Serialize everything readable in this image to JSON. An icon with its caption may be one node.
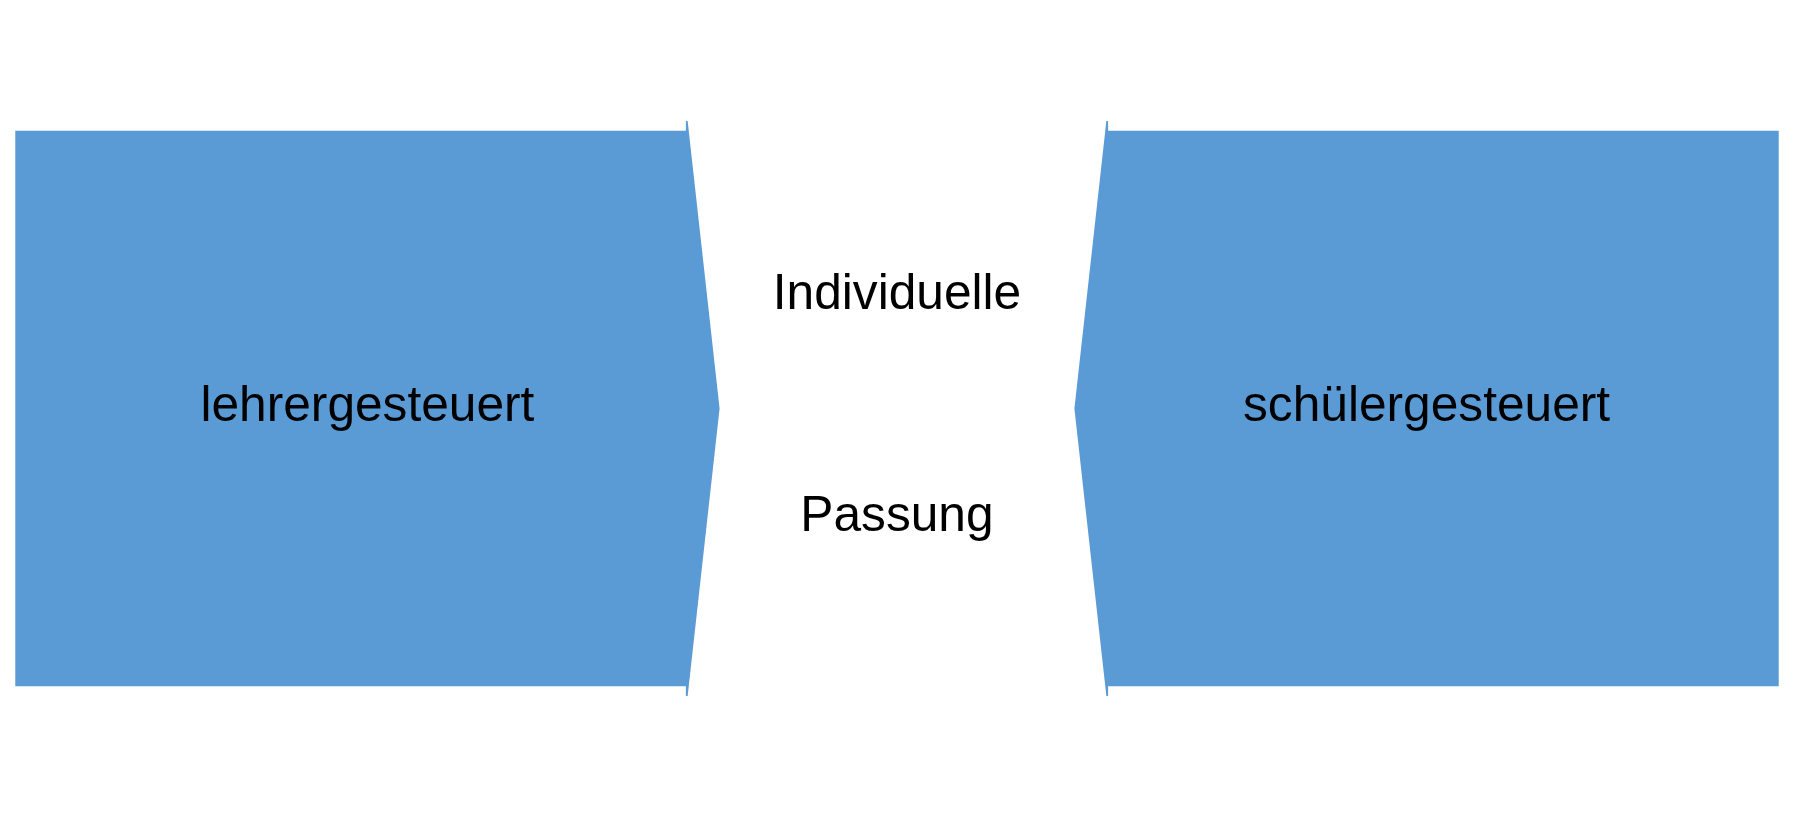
{
  "diagram": {
    "nodes": [
      {
        "text": [
          "lehrergesteuert"
        ]
      },
      {
        "text": [
          "schülergesteuert"
        ]
      }
    ],
    "edges": [],
    "labels": [
      "Individuelle",
      "Passung"
    ]
  }
}
